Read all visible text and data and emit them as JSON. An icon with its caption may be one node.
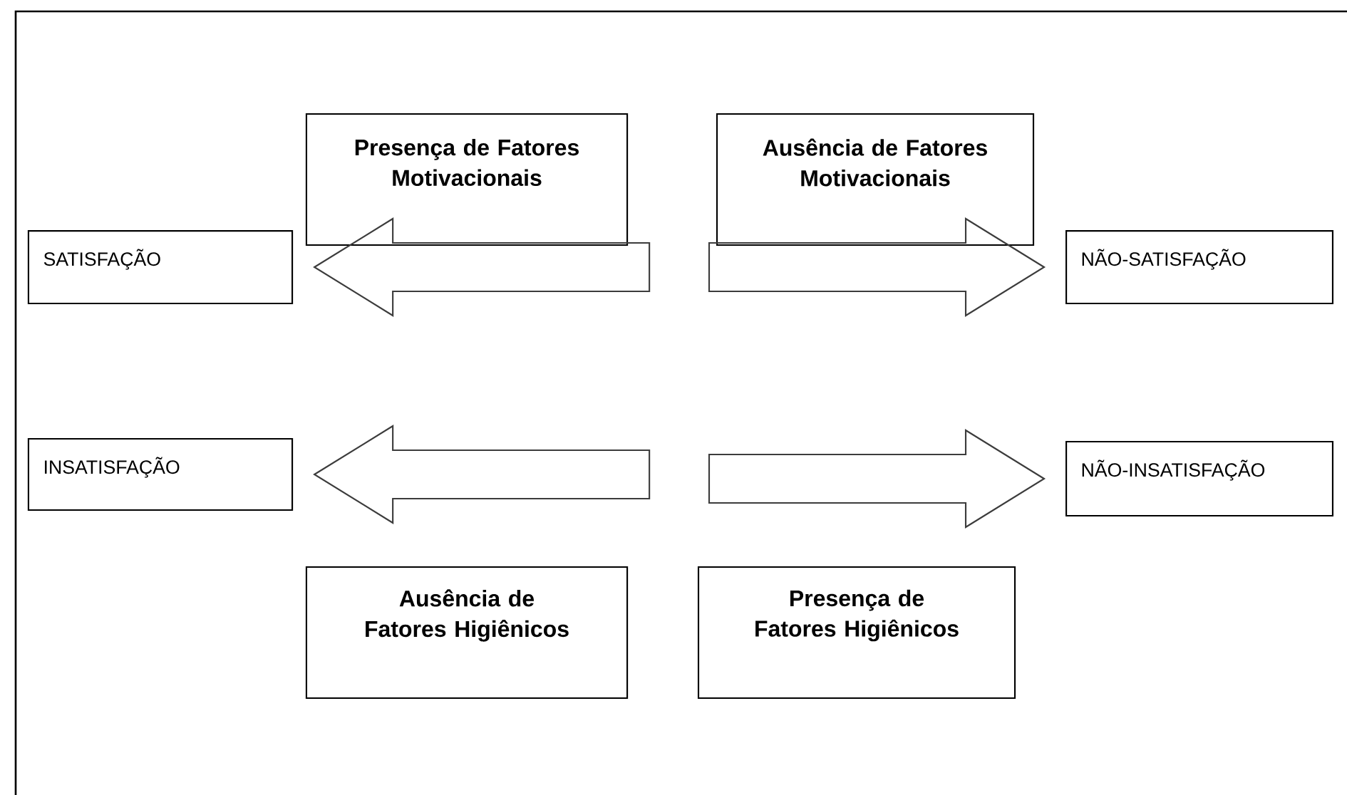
{
  "diagram": {
    "nodes": [
      {
        "text": [
          "Presença de Fatores Motivacionais"
        ]
      },
      {
        "text": [
          "Ausência de Fatores Motivacionais"
        ]
      },
      {
        "text": [
          "SATISFAÇÃO"
        ]
      },
      {
        "text": [
          "NÃO-SATISFAÇÃO"
        ]
      },
      {
        "text": [
          "INSATISFAÇÃO"
        ]
      },
      {
        "text": [
          "NÃO-INSATISFAÇÃO"
        ]
      },
      {
        "text": [
          "Ausência de Fatores Higiênicos"
        ]
      },
      {
        "text": [
          "Presença de Fatores Higiênicos"
        ]
      }
    ],
    "edges": [
      {
        "from": null,
        "to": 2,
        "arrow": "to"
      },
      {
        "from": null,
        "to": 3,
        "arrow": "to"
      },
      {
        "from": null,
        "to": 4,
        "arrow": "to"
      },
      {
        "from": null,
        "to": 5,
        "arrow": "to"
      }
    ]
  }
}
